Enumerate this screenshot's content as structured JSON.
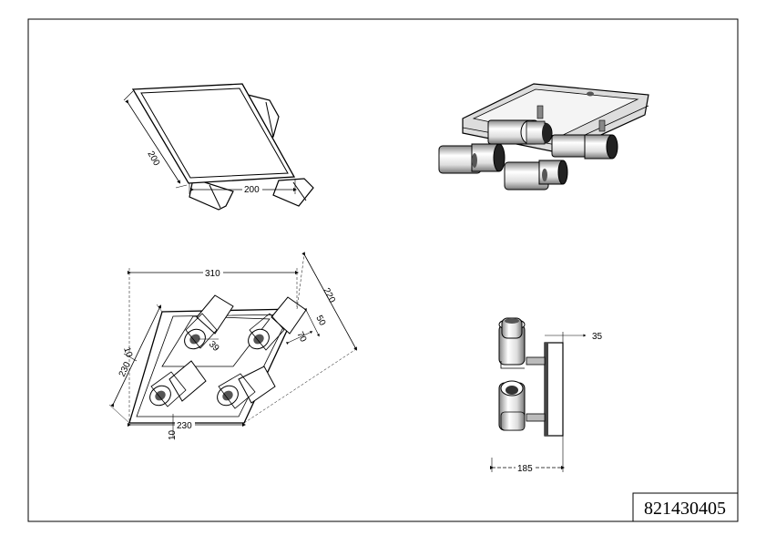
{
  "part_number": "821430405",
  "dimensions": {
    "top_depth": "200",
    "top_width": "200",
    "bottom_width": "310",
    "bottom_diagonal": "220",
    "bottom_spot_70": "70",
    "bottom_spot_50": "50",
    "bottom_spot_39": "39",
    "bottom_left_10": "10",
    "bottom_left_230": "230",
    "bottom_base_230": "230",
    "bottom_base_10": "10",
    "side_35": "35",
    "side_185": "185"
  },
  "colors": {
    "line": "#000000",
    "background": "#ffffff",
    "shade_dark": "#555555",
    "shade_light": "#cccccc"
  }
}
